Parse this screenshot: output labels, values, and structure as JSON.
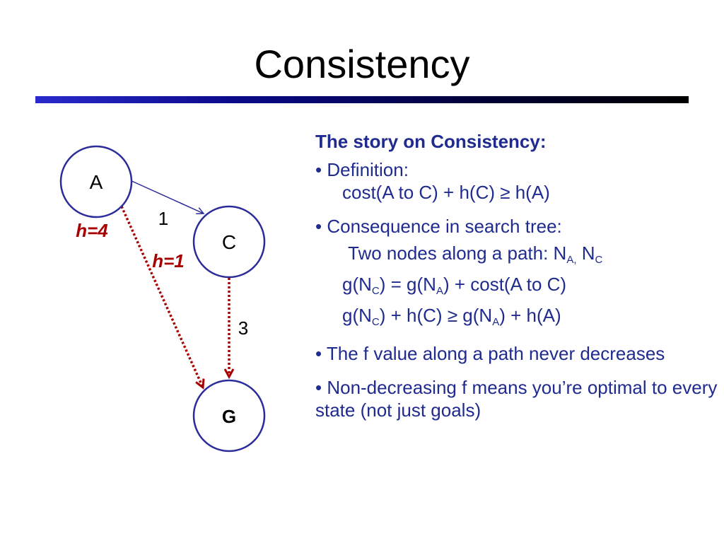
{
  "slide": {
    "title": "Consistency"
  },
  "graph": {
    "nodes": {
      "a": "A",
      "c": "C",
      "g": "G"
    },
    "edges": {
      "a_c_cost": "1",
      "c_g_cost": "3"
    },
    "heuristics": {
      "a": "h=4",
      "c": "h=1"
    }
  },
  "notes": {
    "heading": "The story on Consistency:",
    "bullet1": "• Definition:",
    "bullet1_line2": "cost(A to C) + h(C) ≥ h(A)",
    "bullet2": "• Consequence in search tree:",
    "b2_l1_text": "Two nodes along a path: N",
    "b2_l1_sub1": "A,",
    "b2_l1_mid": " N",
    "b2_l1_sub2": "C",
    "b2_l2_a": "g(N",
    "b2_l2_sub1": "C",
    "b2_l2_b": ") = g(N",
    "b2_l2_sub2": "A",
    "b2_l2_c": ") + cost(A to C)",
    "b2_l3_a": "g(N",
    "b2_l3_sub1": "C",
    "b2_l3_b": ") + h(C) ≥ g(N",
    "b2_l3_sub2": "A",
    "b2_l3_c": ") + h(A)",
    "bullet3": "• The f value along a path never decreases",
    "bullet4": "• Non-decreasing f means you’re optimal to every state (not just goals)"
  },
  "colors": {
    "text_blue": "#1f2b8f",
    "node_border": "#2b2b9a",
    "heuristic_red": "#a80000"
  }
}
